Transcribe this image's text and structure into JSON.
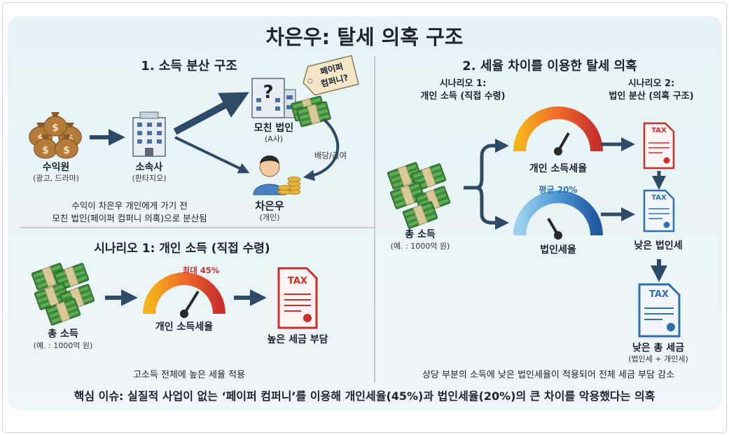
{
  "title": "차은우: 탈세 의혹 구조",
  "section1": {
    "heading": "1. 소득 분산 구조",
    "revenue": {
      "label": "수익원",
      "sub": "(광고, 드라마)"
    },
    "agency": {
      "label": "소속사",
      "sub": "(판타지오)"
    },
    "parent_corp": {
      "label": "모친 법인",
      "sub": "(A사)"
    },
    "tag_text": [
      "페이퍼",
      "컴퍼니?"
    ],
    "person": {
      "label": "차은우",
      "sub": "(개인)"
    },
    "dividend_label": "배당/급여",
    "caption": [
      "수익이 차은우 개인에게 가기 전",
      "모친 법인(페이퍼 컴퍼니 의혹)으로 분산됨"
    ]
  },
  "scenario1_box": {
    "heading": "시나리오 1: 개인 소득 (직접 수령)",
    "income": {
      "label": "총 소득",
      "sub": "(예. : 1000억 원)"
    },
    "max_rate": "최대 45%",
    "gauge_label": "개인 소득세율",
    "tax_label": "높은 세금 부담",
    "tax_icon": "TAX",
    "caption": "고소득 전체에 높은 세율 적용"
  },
  "section2": {
    "heading": "2. 세율 차이를 이용한 탈세 의혹",
    "scenario1": [
      "시나리오 1:",
      "개인 소득 (직접 수령)"
    ],
    "scenario2": [
      "시나리오 2:",
      "법인 분산 (의혹 구조)"
    ],
    "income": {
      "label": "총 소득",
      "sub": "(예. : 1000억 원)"
    },
    "gauge_personal": "개인 소득세율",
    "avg_rate": "평균 20%",
    "gauge_corp": "법인세율",
    "tax_icon": "TAX",
    "low_corp_tax": "낮은 법인세",
    "low_total": {
      "label": "낮은 총 세금",
      "sub": "(법인세 + 개인세)"
    },
    "caption": "상당 부분의 소득에 낮은 법인세율이 적용되어 전체 세금 부담 감소"
  },
  "footer": "핵심 이슈: 실질적 사업이 없는 ‘페이퍼 컴퍼니’를 이용해 개인세율(45%)과 법인세율(20%)의 큰 차이를 악용했다는 의혹",
  "colors": {
    "arrow": "#2f4a66",
    "money": "#3e8a3a",
    "tax_red": "#c9302c",
    "tax_blue": "#2f6fb0",
    "bag": "#b37a3a"
  }
}
